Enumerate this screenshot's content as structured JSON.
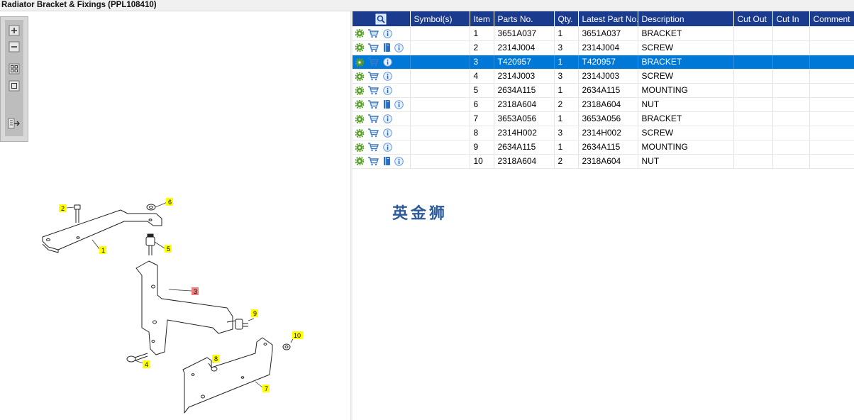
{
  "window": {
    "title": "Radiator Bracket & Fixings (PPL108410)"
  },
  "toolbar": {
    "buttons": [
      {
        "name": "zoom-in-icon"
      },
      {
        "name": "zoom-out-icon"
      },
      {
        "name": "fit-view-icon"
      },
      {
        "name": "actual-size-icon"
      },
      {
        "name": "export-icon"
      }
    ]
  },
  "table": {
    "headers": {
      "icon": "",
      "symbols": "Symbol(s)",
      "item": "Item",
      "parts_no": "Parts No.",
      "qty": "Qty.",
      "latest_part_no": "Latest Part No.",
      "description": "Description",
      "cut_out": "Cut Out",
      "cut_in": "Cut In",
      "comment": "Comment"
    },
    "selected_item": "3",
    "rows": [
      {
        "item": "1",
        "parts_no": "3651A037",
        "qty": "1",
        "latest": "3651A037",
        "description": "BRACKET",
        "book": false
      },
      {
        "item": "2",
        "parts_no": "2314J004",
        "qty": "3",
        "latest": "2314J004",
        "description": "SCREW",
        "book": true
      },
      {
        "item": "3",
        "parts_no": "T420957",
        "qty": "1",
        "latest": "T420957",
        "description": "BRACKET",
        "book": false
      },
      {
        "item": "4",
        "parts_no": "2314J003",
        "qty": "3",
        "latest": "2314J003",
        "description": "SCREW",
        "book": false
      },
      {
        "item": "5",
        "parts_no": "2634A115",
        "qty": "1",
        "latest": "2634A115",
        "description": "MOUNTING",
        "book": false
      },
      {
        "item": "6",
        "parts_no": "2318A604",
        "qty": "2",
        "latest": "2318A604",
        "description": "NUT",
        "book": true
      },
      {
        "item": "7",
        "parts_no": "3653A056",
        "qty": "1",
        "latest": "3653A056",
        "description": "BRACKET",
        "book": false
      },
      {
        "item": "8",
        "parts_no": "2314H002",
        "qty": "3",
        "latest": "2314H002",
        "description": "SCREW",
        "book": false
      },
      {
        "item": "9",
        "parts_no": "2634A115",
        "qty": "1",
        "latest": "2634A115",
        "description": "MOUNTING",
        "book": false
      },
      {
        "item": "10",
        "parts_no": "2318A604",
        "qty": "2",
        "latest": "2318A604",
        "description": "NUT",
        "book": true
      }
    ]
  },
  "diagram": {
    "callouts": [
      "1",
      "2",
      "3",
      "4",
      "5",
      "6",
      "7",
      "8",
      "9",
      "10"
    ]
  },
  "watermark": "英金狮",
  "colors": {
    "header_bg": "#1b3b8f",
    "selected_row": "#0078d7",
    "callout_bg": "#ffff00",
    "selected_callout_bg": "#f08080"
  }
}
